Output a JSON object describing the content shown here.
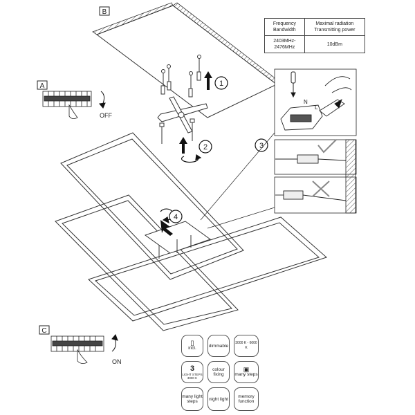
{
  "step_labels": {
    "A": "A",
    "B": "B",
    "C": "C",
    "s1": "1",
    "s2": "2",
    "s3": "3",
    "s4": "4"
  },
  "switch": {
    "off_label": "OFF",
    "on_label": "ON"
  },
  "spec_table": {
    "col1_header": "Frequency Bandwidth",
    "col2_header": "Maximal radiation Transmitting power",
    "col1_value": "2403MHz-2476MHz",
    "col2_value": "10dBm"
  },
  "terminal": {
    "n_label": "N",
    "l_label": "L"
  },
  "features": {
    "remote": "incl.",
    "dimmable": "dimmable",
    "color_temp": "3000 K - 6000 K",
    "light_steps_number": "3",
    "light_steps_text": "LIGHT STEPS",
    "light_steps_kelvin": "3000 K",
    "colour_fixing": "colour fixing",
    "many_steps": "many steps",
    "many_light_steps": "many light steps",
    "night_light": "night light",
    "memory_function": "memory function"
  }
}
